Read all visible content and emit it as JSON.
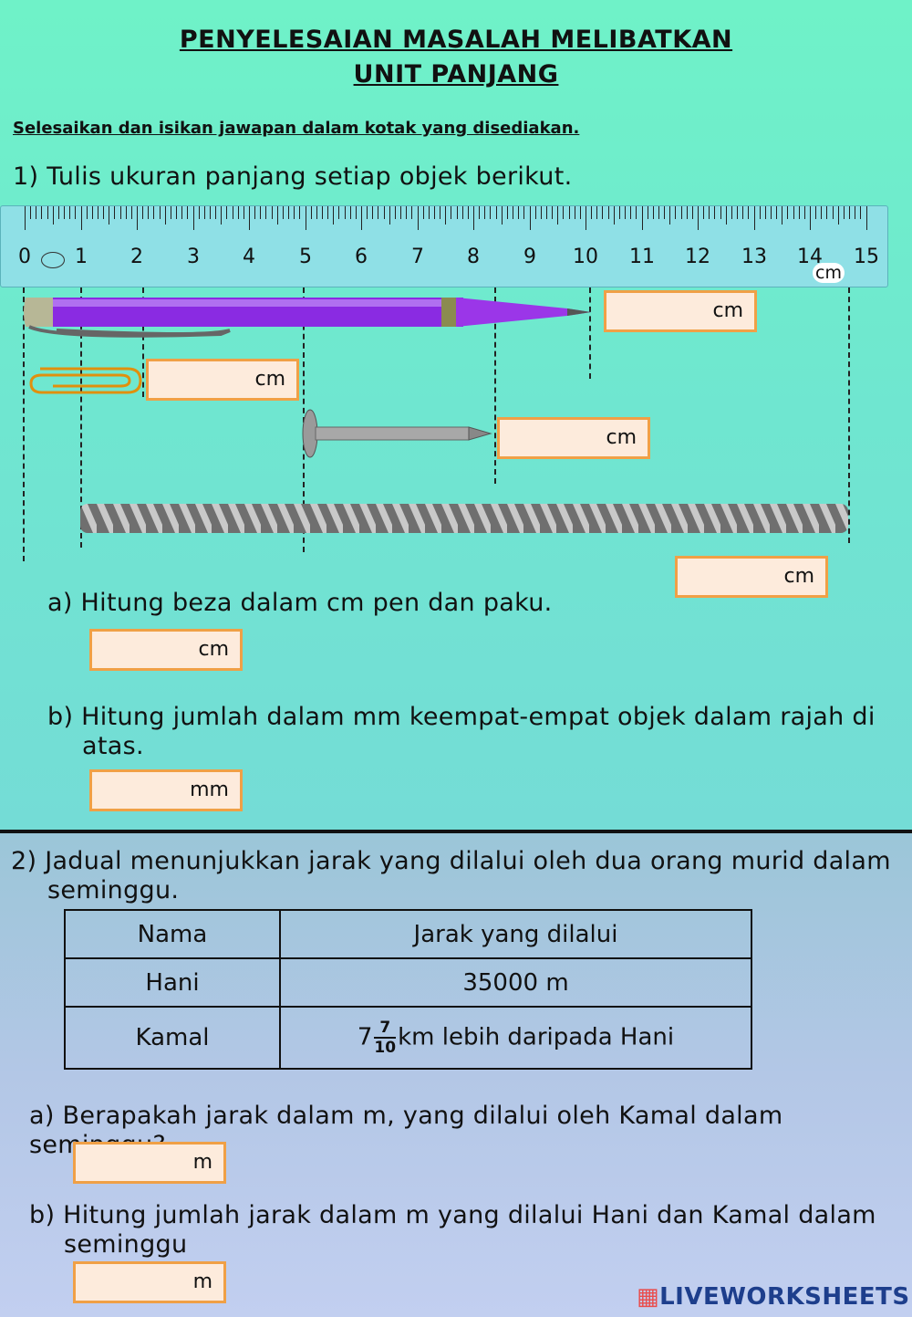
{
  "title": {
    "line1": "PENYELESAIAN MASALAH MELIBATKAN",
    "line2": "UNIT PANJANG"
  },
  "instruction": "Selesaikan dan isikan jawapan dalam kotak yang disediakan.",
  "q1": {
    "prompt": "1)  Tulis ukuran panjang setiap objek berikut.",
    "ruler": {
      "numbers": [
        "0",
        "1",
        "2",
        "3",
        "4",
        "5",
        "6",
        "7",
        "8",
        "9",
        "10",
        "11",
        "12",
        "13",
        "14",
        "15"
      ],
      "unit": "cm"
    },
    "objects": [
      {
        "name": "pen",
        "unit": "cm"
      },
      {
        "name": "paper-clip",
        "unit": "cm"
      },
      {
        "name": "nail",
        "unit": "cm"
      },
      {
        "name": "rope",
        "unit": "cm"
      }
    ],
    "a": {
      "prompt": "a)  Hitung beza dalam cm pen dan paku.",
      "unit": "cm"
    },
    "b": {
      "prompt_line1": "b)  Hitung jumlah dalam mm keempat-empat objek dalam rajah di",
      "prompt_line2": "atas.",
      "unit": "mm"
    }
  },
  "q2": {
    "prompt_line1": "2)  Jadual menunjukkan jarak yang dilalui oleh dua orang murid dalam",
    "prompt_line2": "seminggu.",
    "table": {
      "headers": [
        "Nama",
        "Jarak yang dilalui"
      ],
      "rows": [
        {
          "name": "Hani",
          "distance": "35000  m"
        },
        {
          "name": "Kamal",
          "whole": "7",
          "num": "7",
          "den": "10",
          "rest": "km  lebih  daripada  Hani"
        }
      ]
    },
    "a": {
      "prompt": "a)  Berapakah jarak dalam m, yang dilalui oleh Kamal dalam seminggu?",
      "unit": "m"
    },
    "b": {
      "prompt_line1": "b)  Hitung jumlah jarak dalam m yang dilalui Hani dan Kamal dalam",
      "prompt_line2": "seminggu",
      "unit": "m"
    }
  },
  "branding": {
    "logo": "LIVEWORKSHEETS"
  },
  "colors": {
    "boxBorder": "#f0a046",
    "boxFill": "#fdebdc",
    "pen": "#8a2be2"
  }
}
